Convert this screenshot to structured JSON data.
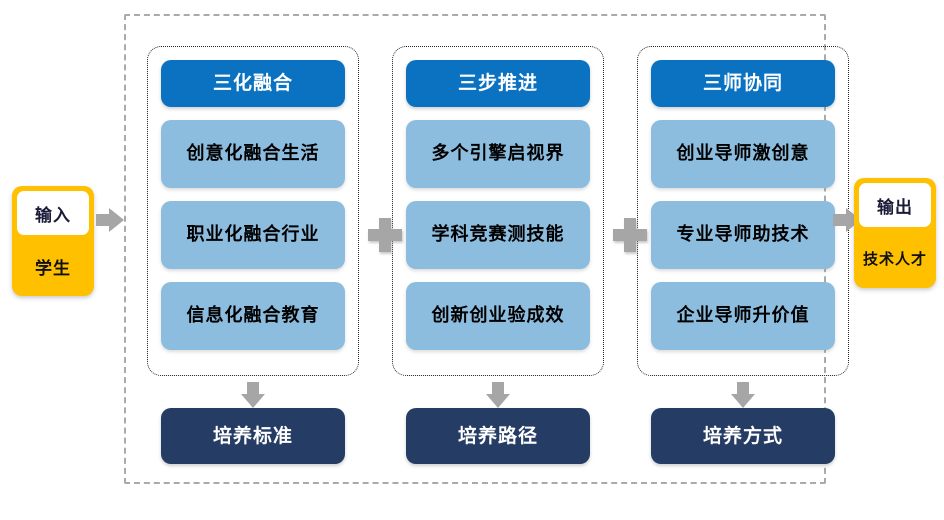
{
  "diagram": {
    "title_hidden": "",
    "colors": {
      "header_blue": "#0b72c2",
      "item_blue": "#8cbcde",
      "footer_navy": "#253c64",
      "accent_yellow": "#ffc000",
      "arrow_gray": "#a6a6a6",
      "outer_border": "#aaaaaa",
      "column_border": "#222222"
    },
    "input": {
      "cap_label": "输入",
      "body_label": "学生"
    },
    "output": {
      "cap_label": "输出",
      "body_label": "技术人才"
    },
    "operators": [
      {
        "name": "plus-1",
        "symbol": "+"
      },
      {
        "name": "plus-2",
        "symbol": "+"
      }
    ],
    "columns": [
      {
        "id": "col-1",
        "header": "三化融合",
        "items": [
          "创意化融合生活",
          "职业化融合行业",
          "信息化融合教育"
        ],
        "footer": "培养标准"
      },
      {
        "id": "col-2",
        "header": "三步推进",
        "items": [
          "多个引擎启视界",
          "学科竞赛测技能",
          "创新创业验成效"
        ],
        "footer": "培养路径"
      },
      {
        "id": "col-3",
        "header": "三师协同",
        "items": [
          "创业导师激创意",
          "专业导师助技术",
          "企业导师升价值"
        ],
        "footer": "培养方式"
      }
    ]
  }
}
